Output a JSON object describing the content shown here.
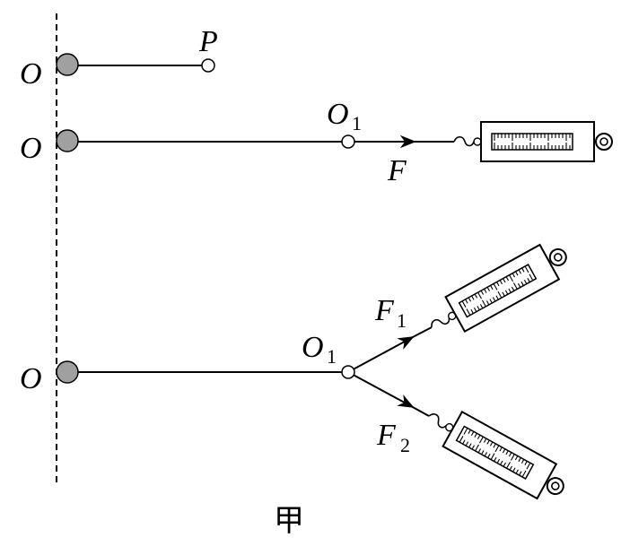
{
  "labels": {
    "O_top": "O",
    "P": "P",
    "O_mid": "O",
    "O1_mid_main": "O",
    "O1_mid_sub": "1",
    "F": "F",
    "O_bot": "O",
    "O1_bot_main": "O",
    "O1_bot_sub": "1",
    "F1_main": "F",
    "F1_sub": "1",
    "F2_main": "F",
    "F2_sub": "2"
  },
  "caption": "甲"
}
